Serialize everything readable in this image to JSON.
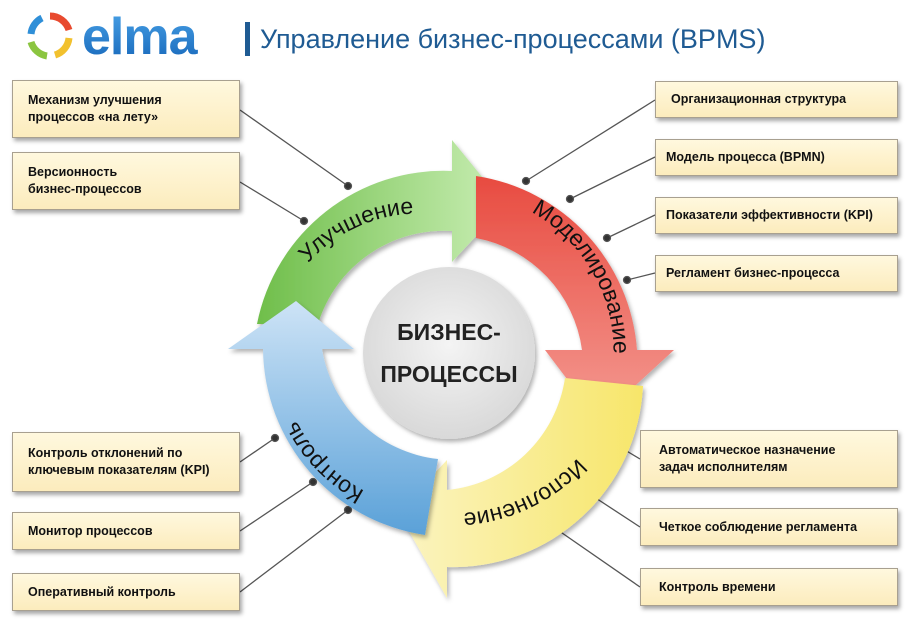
{
  "header": {
    "logo_text": "elma",
    "title": "Управление бизнес-процессами (BPMS)"
  },
  "cycle": {
    "center_line1": "БИЗНЕС-",
    "center_line2": "ПРОЦЕССЫ",
    "stages": {
      "improvement": "Улучшение",
      "modeling": "Моделирование",
      "execution": "Исполнение",
      "control": "Контроль"
    },
    "colors": {
      "improvement": "#8fcb6a",
      "modeling": "#e8625a",
      "execution": "#f2df58",
      "control": "#7fb5df"
    }
  },
  "boxes": {
    "left": [
      "Механизм улучшения\nпроцессов «на лету»",
      "Версионность\nбизнес-процессов",
      "Контроль отклонений по\nключевым показателям (KPI)",
      "Монитор процессов",
      "Оперативный контроль"
    ],
    "right": [
      "Организационная структура",
      "Модель процесса (BPMN)",
      "Показатели эффективности (KPI)",
      "Регламент бизнес-процесса",
      "Автоматическое назначение\nзадач исполнителям",
      "Четкое соблюдение регламента",
      "Контроль времени"
    ]
  }
}
